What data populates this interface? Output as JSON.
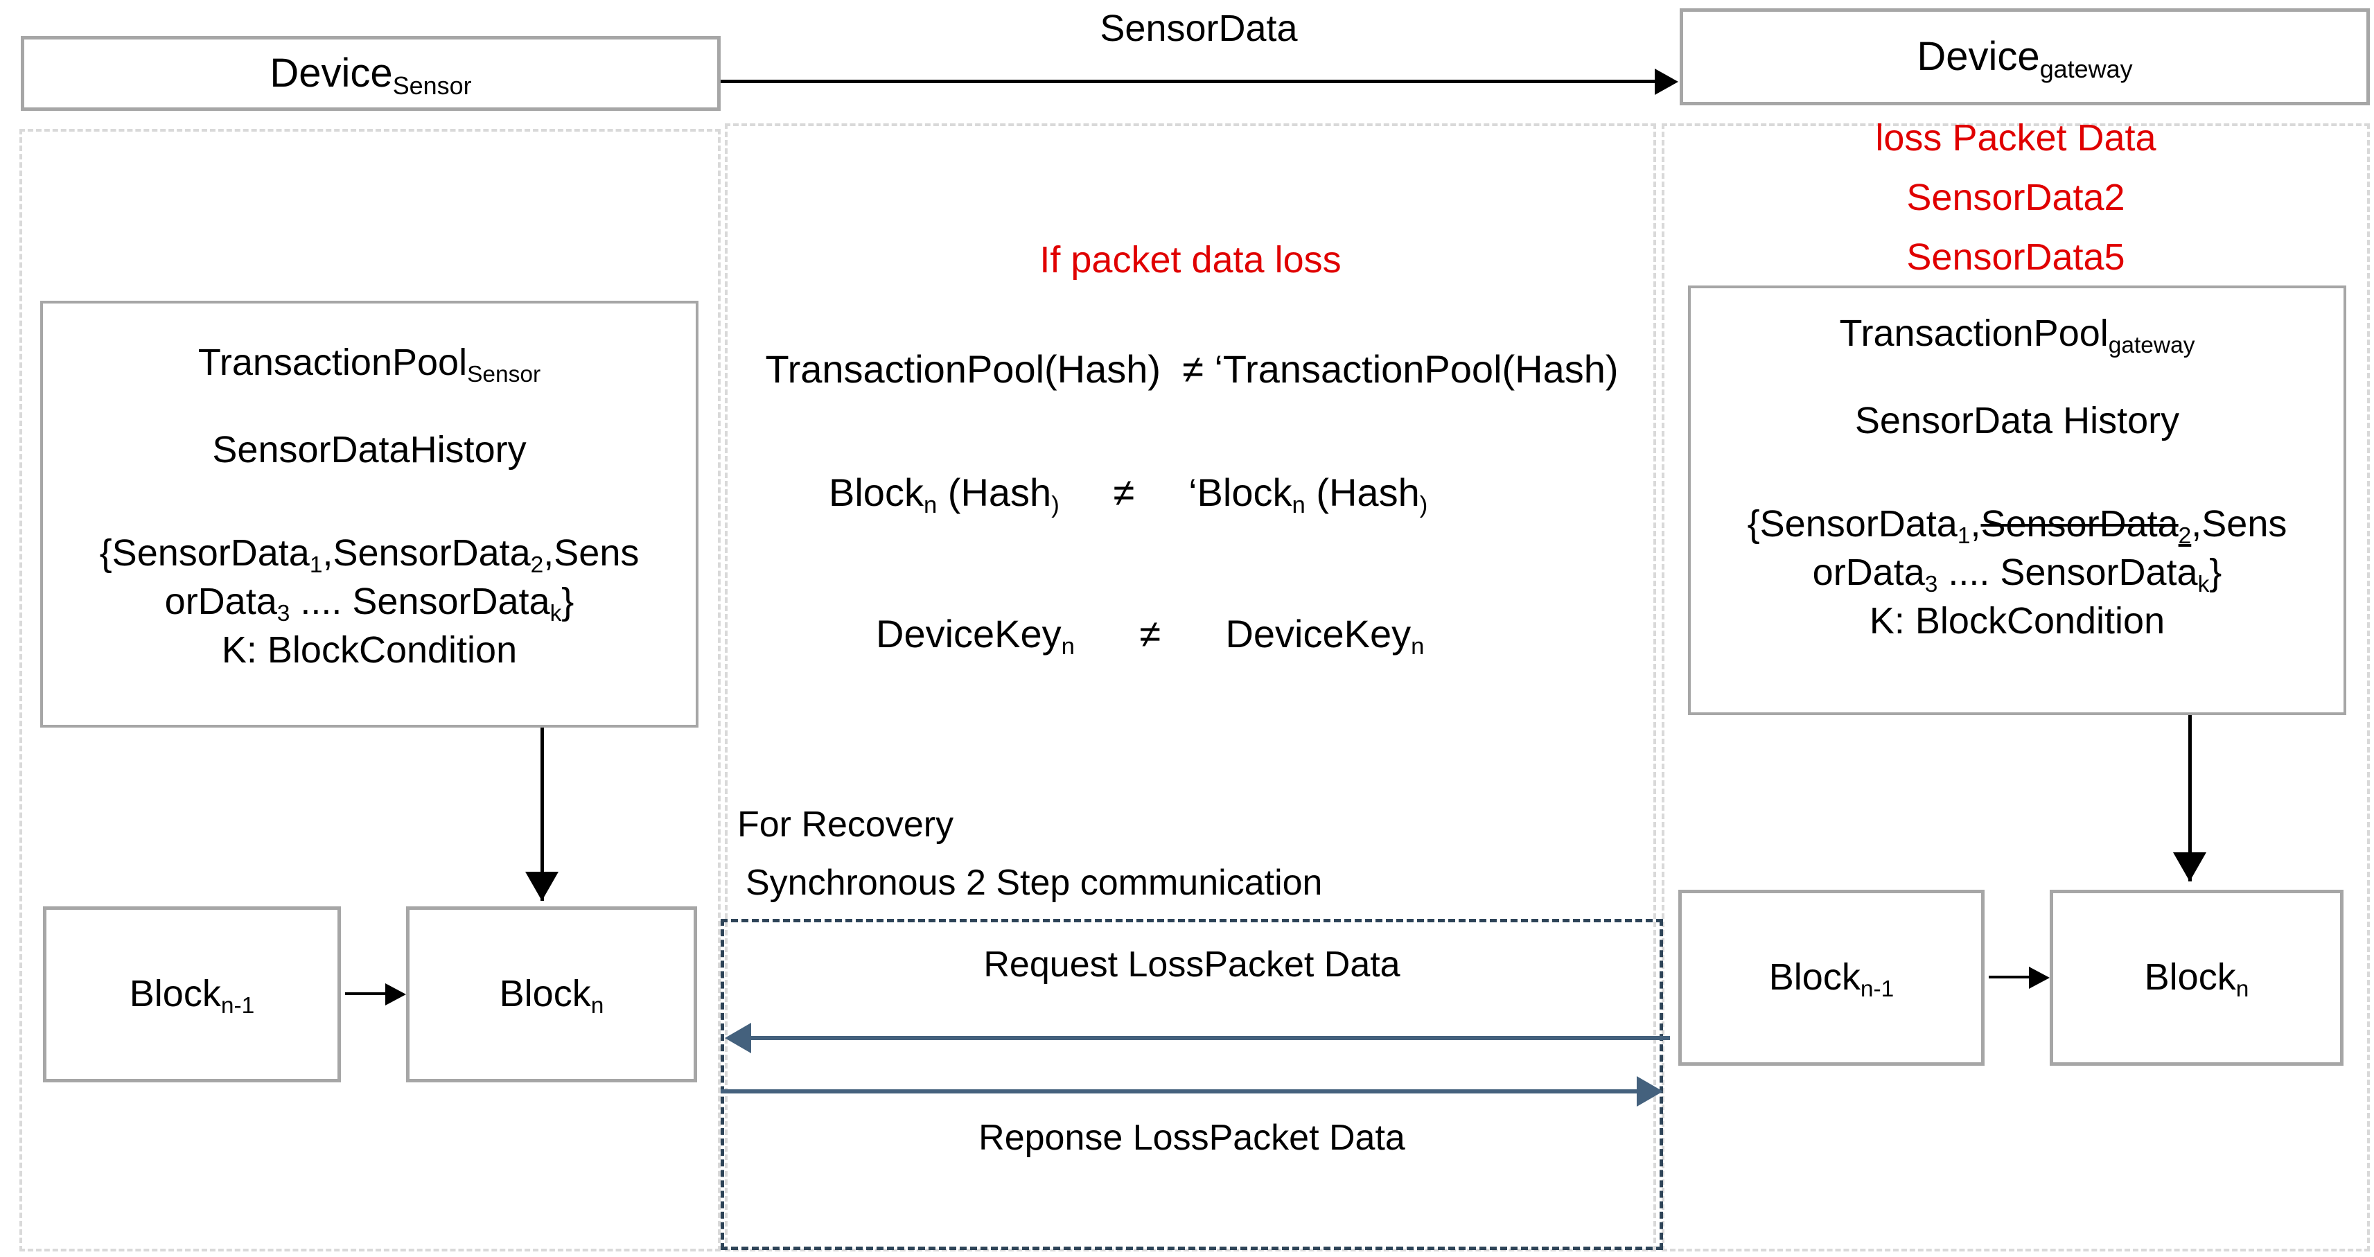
{
  "diagram": {
    "title_left": "Device",
    "devices": {
      "sensor": {
        "name": "Device",
        "subscript": "Sensor"
      },
      "gateway": {
        "name": "Device",
        "subscript": "gateway"
      }
    },
    "top_arrow_label": "SensorData",
    "left_pool": {
      "heading": "TransactionPool",
      "heading_sub": "Sensor",
      "history_label": "SensorDataHistory",
      "set_line1_pre": "{SensorData",
      "set_line1_sub1": "1",
      "set_line1_mid": ",SensorData",
      "set_line1_sub2": "2",
      "set_line1_post": ",Sens",
      "set_line2_pre": "orData",
      "set_line2_sub3": "3",
      "set_line2_mid": " .... SensorData",
      "set_line2_subk": "k",
      "set_line2_post": "}",
      "condition": "K: BlockCondition"
    },
    "right_pool": {
      "heading": "TransactionPool",
      "heading_sub": "gateway",
      "history_label": "SensorData History",
      "set_line1_pre": "{SensorData",
      "set_line1_sub1": "1",
      "set_line1_struck": "SensorData",
      "set_line1_struck_sub": "2",
      "set_line1_comma": ",",
      "set_line1_post": "Sens",
      "set_line2_pre": "orData",
      "set_line2_sub3": "3",
      "set_line2_mid": " .... SensorData",
      "set_line2_subk": "k",
      "set_line2_post": "}",
      "condition": "K: BlockCondition"
    },
    "loss_panel": {
      "title": "loss Packet Data",
      "items": [
        "SensorData2",
        "SensorData5"
      ]
    },
    "center": {
      "condition_title": "If packet data loss",
      "equations": [
        {
          "lhs": "TransactionPool(Hash)",
          "op": "≠",
          "rhs": "‘TransactionPool(Hash)"
        },
        {
          "lhs_pre": "Block",
          "lhs_sub": "n",
          "lhs_post": " (Hash",
          "lhs_tail": ")",
          "op": "≠",
          "rhs_pre": "‘Block",
          "rhs_sub": "n",
          "rhs_post": " (Hash",
          "rhs_tail": ")"
        },
        {
          "lhs_pre": "DeviceKey",
          "lhs_sub": "n",
          "op": "≠",
          "rhs_pre": "DeviceKey",
          "rhs_sub": "n"
        }
      ],
      "recovery_line1": "For Recovery",
      "recovery_line2": "Synchronous 2 Step communication",
      "request_label": "Request LossPacket Data",
      "response_label": "Reponse LossPacket Data"
    },
    "blocks": {
      "left_prev": {
        "name": "Block",
        "subscript": "n-1"
      },
      "left_curr": {
        "name": "Block",
        "subscript": "n"
      },
      "right_prev": {
        "name": "Block",
        "subscript": "n-1"
      },
      "right_curr": {
        "name": "Block",
        "subscript": "n"
      }
    },
    "colors": {
      "box_border": "#a6a6a6",
      "dashed_light": "#d9d9d9",
      "dashed_dark": "#2e4458",
      "alert_red": "#e00000",
      "arrow_blue": "#44617d",
      "arrow_black": "#000000"
    }
  }
}
